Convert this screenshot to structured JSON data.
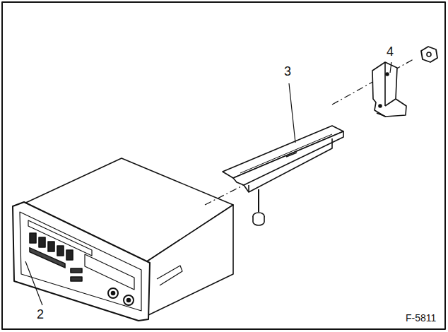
{
  "diagram": {
    "labels": [
      "2",
      "3",
      "4",
      "F-5811"
    ]
  }
}
